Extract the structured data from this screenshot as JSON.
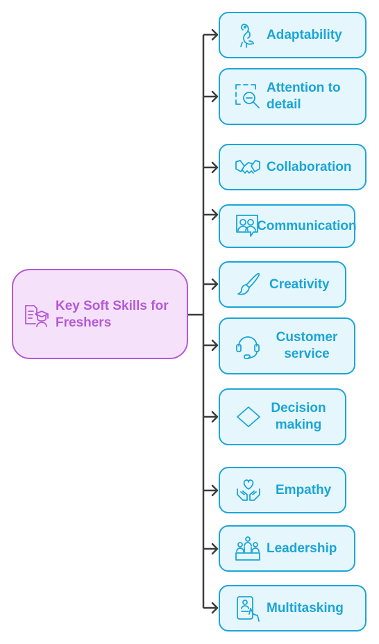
{
  "root": {
    "label": "Key Soft Skills for Freshers",
    "icon": "resume-graduate-icon"
  },
  "skills": [
    {
      "label": "Adaptability",
      "icon": "chameleon-icon"
    },
    {
      "label": "Attention to detail",
      "icon": "magnify-focus-icon"
    },
    {
      "label": "Collaboration",
      "icon": "handshake-icon"
    },
    {
      "label": "Communication",
      "icon": "conversation-icon"
    },
    {
      "label": "Creativity",
      "icon": "paintbrush-icon"
    },
    {
      "label": "Customer service",
      "icon": "headset-icon"
    },
    {
      "label": "Decision making",
      "icon": "diamond-icon"
    },
    {
      "label": "Empathy",
      "icon": "heart-hands-icon"
    },
    {
      "label": "Leadership",
      "icon": "podium-people-icon"
    },
    {
      "label": "Multitasking",
      "icon": "phone-touch-icon"
    }
  ],
  "colors": {
    "root_fill": "#f6e1fb",
    "root_stroke": "#b45ad3",
    "skill_fill": "#e5f7fd",
    "skill_stroke": "#1ba5d6",
    "connector": "#3c3c3c"
  }
}
